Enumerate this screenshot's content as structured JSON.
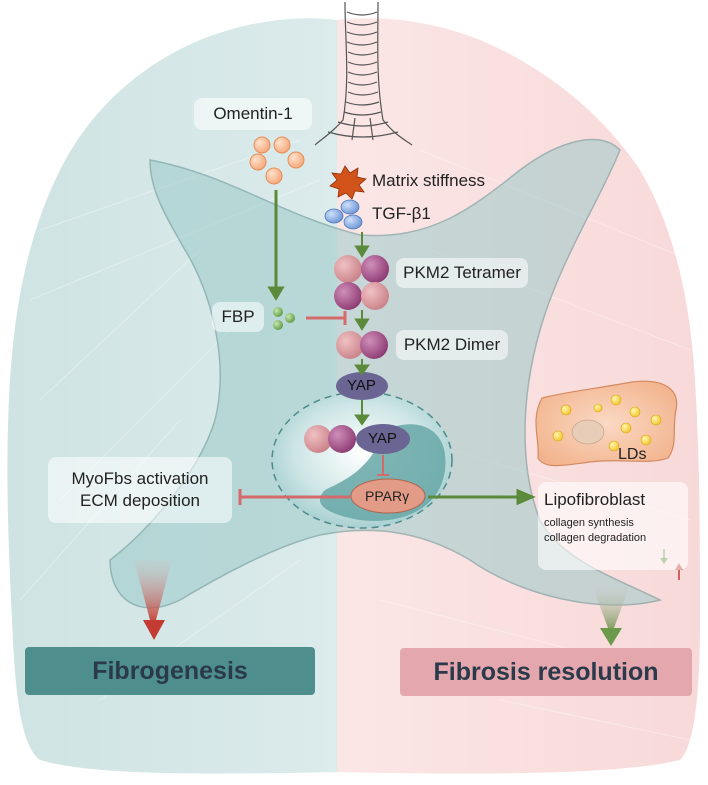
{
  "labels": {
    "omentin": "Omentin-1",
    "matrix_stiffness": "Matrix stiffness",
    "tgf": "TGF-β1",
    "pkm2_tetramer": "PKM2 Tetramer",
    "pkm2_dimer": "PKM2 Dimer",
    "fbp": "FBP",
    "yap": "YAP",
    "yap_nucleus": "YAP",
    "ppar": "PPARγ",
    "myofbs": "MyoFbs activation",
    "ecm": "ECM deposition",
    "lipofibroblast": "Lipofibroblast",
    "collagen_synthesis": "collagen synthesis",
    "collagen_degradation": "collagen degradation",
    "lds": "LDs",
    "fibrogenesis": "Fibrogenesis",
    "fibrosis_resolution": "Fibrosis resolution"
  },
  "colors": {
    "lung_left": "#d3e6e6",
    "lung_right": "#fbe3e3",
    "activation_arrow": "#5a8a3a",
    "inhibition_arrow": "#d46a6a",
    "pkm2": "#a64d86",
    "pkm2_light": "#d9979f",
    "yap": "#6f6a97",
    "ppar": "#e2a493",
    "fibrogenesis_box": "#4e8f8e",
    "fibrosis_box": "#e3a7ad",
    "down_arrow_red": "#c33b32"
  }
}
